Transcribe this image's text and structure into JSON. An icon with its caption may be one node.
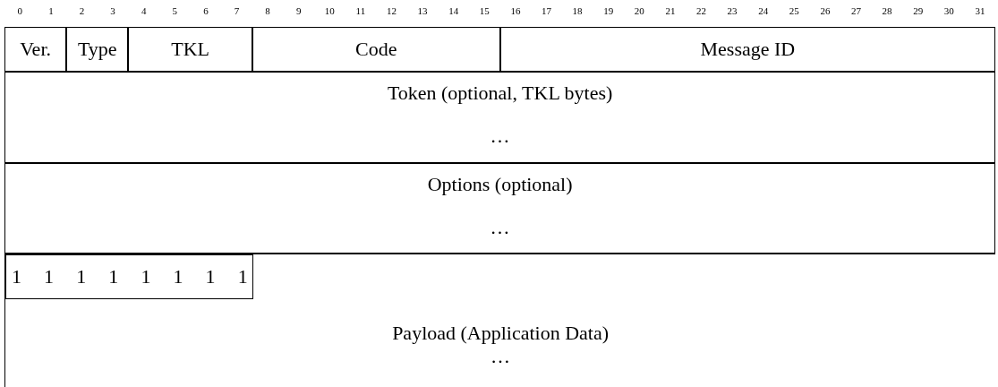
{
  "diagram": {
    "nodes": [
      {
        "text": [
          "Ver."
        ]
      },
      {
        "text": [
          "Type"
        ]
      },
      {
        "text": [
          "TKL"
        ]
      },
      {
        "text": [
          "Code"
        ]
      },
      {
        "text": [
          "Message ID"
        ]
      },
      {
        "text": [
          "Token (optional, TKL bytes)",
          "…"
        ]
      },
      {
        "text": [
          "Options (optional)",
          "…"
        ]
      },
      {
        "text": [
          "Payload (Application Data)",
          "…"
        ]
      },
      {
        "text": [
          "1 1 1 1 1 1 1 1"
        ],
        "in": 7
      }
    ],
    "edges": [],
    "labels": [
      "0",
      "1",
      "2",
      "3",
      "4",
      "5",
      "6",
      "7",
      "8",
      "9",
      "10",
      "11",
      "12",
      "13",
      "14",
      "15",
      "16",
      "17",
      "18",
      "19",
      "20",
      "21",
      "22",
      "23",
      "24",
      "25",
      "26",
      "27",
      "28",
      "29",
      "30",
      "31"
    ]
  }
}
